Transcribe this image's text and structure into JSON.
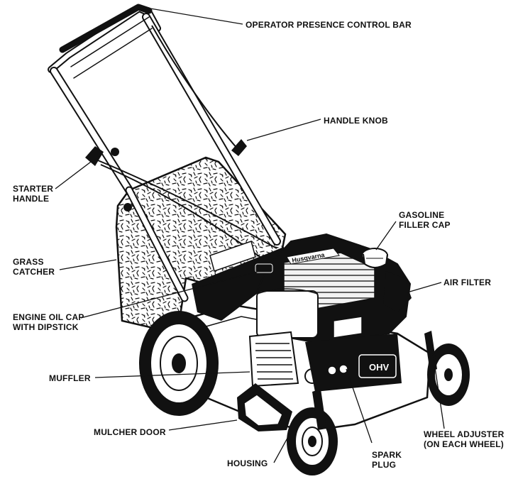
{
  "brand": "Husqvarna",
  "engine_badge": "OHV",
  "labels": {
    "operator_bar": "OPERATOR PRESENCE CONTROL BAR",
    "handle_knob": "HANDLE KNOB",
    "starter_handle_1": "STARTER",
    "starter_handle_2": "HANDLE",
    "gas_cap_1": "GASOLINE",
    "gas_cap_2": "FILLER CAP",
    "grass_catcher_1": "GRASS",
    "grass_catcher_2": "CATCHER",
    "air_filter": "AIR FILTER",
    "oil_cap_1": "ENGINE OIL CAP",
    "oil_cap_2": "WITH DIPSTICK",
    "muffler": "MUFFLER",
    "mulcher_door": "MULCHER DOOR",
    "housing": "HOUSING",
    "spark_plug_1": "SPARK",
    "spark_plug_2": "PLUG",
    "wheel_adjuster_1": "WHEEL ADJUSTER",
    "wheel_adjuster_2": "(ON EACH WHEEL)"
  }
}
